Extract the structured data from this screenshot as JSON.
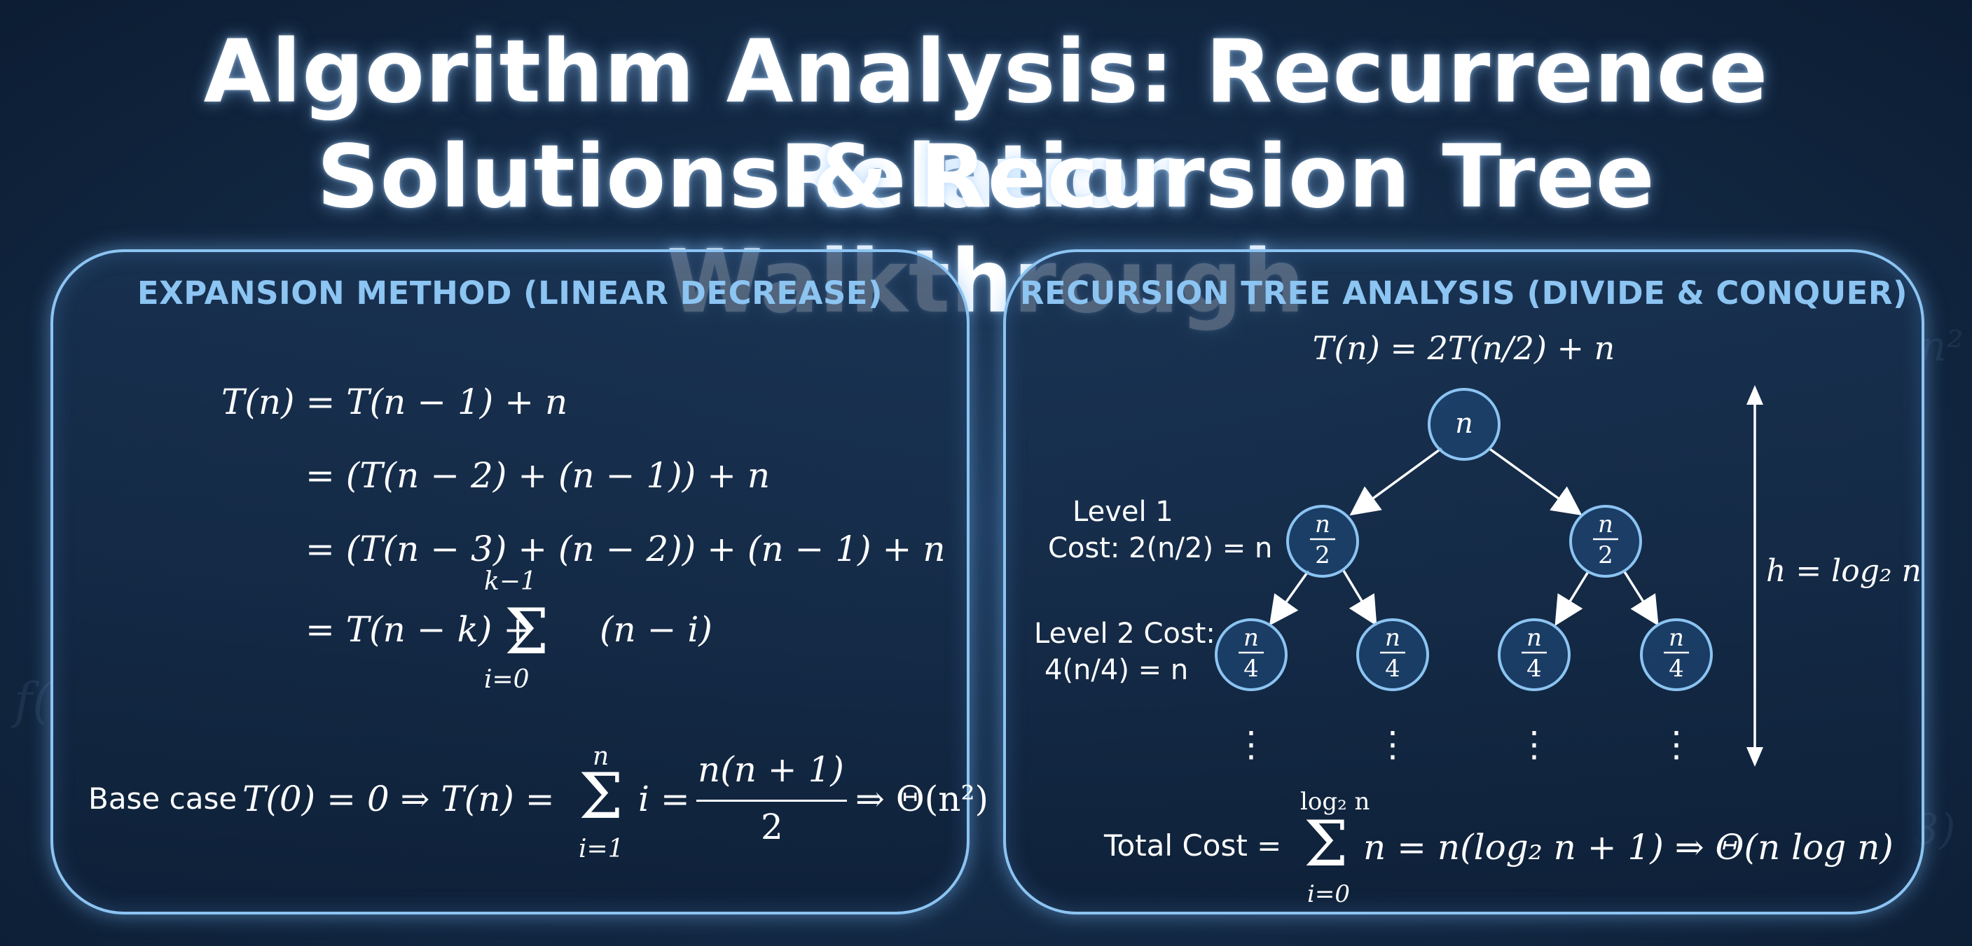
{
  "title": {
    "line1": "Algorithm Analysis: Recurrence Relation",
    "line2": "Solutions & Recursion Tree Walkthrough"
  },
  "left_panel": {
    "heading": "EXPANSION METHOD (LINEAR DECREASE)",
    "lines": [
      "T(n) = T(n − 1) + n",
      "= (T(n − 2) + (n − 1)) + n",
      "= (T(n − 3) + (n − 2)) + (n − 1) + n",
      "= T(n − k) + Σ(n − i)"
    ],
    "sum_upper": "k−1",
    "sum_lower": "i=0",
    "base_case": {
      "label": "Base case",
      "expr1": "T(0) = 0 ⇒ T(n) =",
      "sum_upper": "n",
      "sum_lower": "i=1",
      "after_sum": "i =",
      "frac_num": "n(n + 1)",
      "frac_den": "2",
      "result": "⇒ Θ(n²)"
    }
  },
  "right_panel": {
    "heading": "RECURSION TREE ANALYSIS (DIVIDE & CONQUER)",
    "recurrence": "T(n) = 2T(n/2) + n",
    "root": "n",
    "level1_node_num": "n",
    "level1_node_den": "2",
    "level2_node_num": "n",
    "level2_node_den": "4",
    "ellipsis": "⋮",
    "level1_label": "Level 1",
    "level1_cost": "Cost: 2(n/2) = n",
    "level2_label": "Level 2 Cost:",
    "level2_cost": "4(n/4) = n",
    "height": "h = log₂ n",
    "total": {
      "label": "Total Cost =",
      "sum_upper": "log₂ n",
      "sum_lower": "i=0",
      "expr": "n = n(log₂ n + 1) ⇒ Θ(n log n)"
    }
  },
  "colors": {
    "accent": "#8cc4f2",
    "background": "#142b47",
    "text": "#ffffff"
  }
}
